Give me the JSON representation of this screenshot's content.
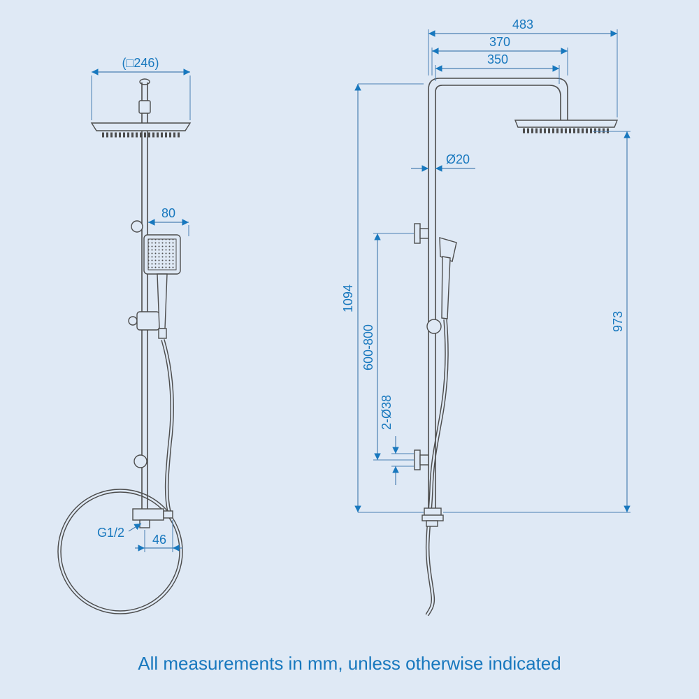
{
  "caption": "All measurements in mm, unless otherwise indicated",
  "colors": {
    "background": "#dfe9f5",
    "line": "#4d4d4d",
    "dimension": "#1878be"
  },
  "front_view": {
    "head_width": "(□246)",
    "handset_offset": "80",
    "inlet_thread": "G1/2",
    "outlet_offset": "46"
  },
  "side_view": {
    "overall_width": "483",
    "arm_width": "370",
    "arm_inner_width": "350",
    "pipe_diameter": "Ø20",
    "overall_height": "1094",
    "head_drop_height": "973",
    "bracket_range": "600-800",
    "bracket_diameter": "2-Ø38"
  }
}
